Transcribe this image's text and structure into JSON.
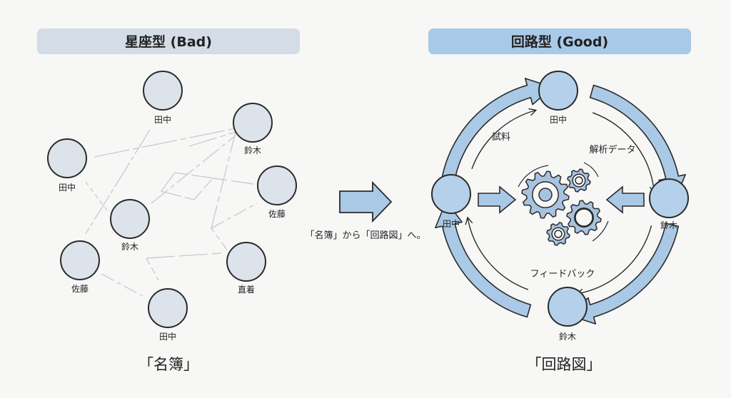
{
  "left_panel": {
    "title": "星座型 (Bad)",
    "caption": "「名簿」",
    "nodes": [
      {
        "name": "田中"
      },
      {
        "name": "鈴木"
      },
      {
        "name": "田中"
      },
      {
        "name": "佐藤"
      },
      {
        "name": "鈴木"
      },
      {
        "name": "佐藤"
      },
      {
        "name": "直着"
      },
      {
        "name": "田中"
      }
    ]
  },
  "transition": {
    "caption": "「名簿」から「回路図」へ。"
  },
  "right_panel": {
    "title": "回路型 (Good)",
    "caption": "「回路図」",
    "nodes": [
      {
        "name": "田中"
      },
      {
        "name": "田中"
      },
      {
        "name": "鈴木"
      },
      {
        "name": "鈴木"
      }
    ],
    "flow_labels": {
      "sample": "試料",
      "analysis": "解析データ",
      "feedback": "フィードバック"
    }
  },
  "colors": {
    "bad_pill": "#d3dce7",
    "good_pill": "#a9c9e8",
    "arrow_fill": "#a9c9e6",
    "outline": "#2b2b2b",
    "gear": "#a7c3e0"
  }
}
